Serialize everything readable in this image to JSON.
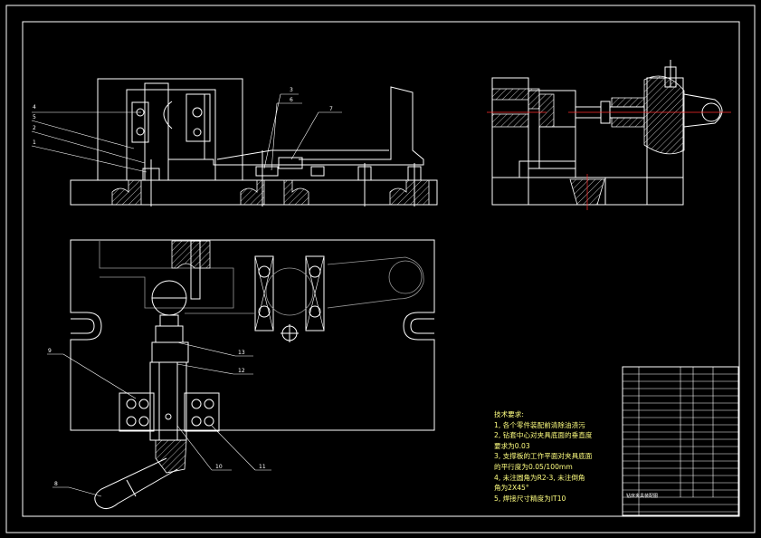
{
  "labels": {
    "n1": "1",
    "n2": "2",
    "n3": "3",
    "n4": "4",
    "n5": "5",
    "n6": "6",
    "n7": "7",
    "n8": "8",
    "n9": "9",
    "n10": "10",
    "n11": "11",
    "n12": "12",
    "n13": "13"
  },
  "requirements": {
    "title": "技术要求:",
    "lines": [
      "1, 各个零件装配前清除油渍污",
      "2, 钻套中心对夹具底面的垂直度",
      "   要求为0.03",
      "3, 支撑板的工作平面对夹具底面",
      "   的平行度为0.05/100mm",
      "4, 未注圆角为R2-3, 未注倒角",
      "   角为2X45°",
      "5, 焊接尺寸精度为IT10"
    ]
  },
  "title_block": {
    "drawing_name": "钻床夹具装配图"
  }
}
